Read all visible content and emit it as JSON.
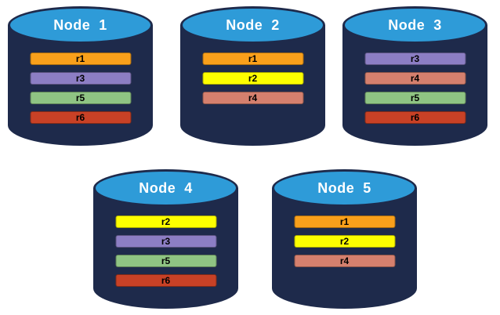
{
  "colors": {
    "cylinder_body": "#1E2A4B",
    "cylinder_top": "#2E9BD8",
    "r1": "#F9A01B",
    "r2": "#FDFF00",
    "r3": "#8C7EC4",
    "r4": "#D5806E",
    "r5": "#8FC483",
    "r6": "#C84126"
  },
  "nodes": [
    {
      "name": "Node  1",
      "replicas": [
        {
          "id": "r1",
          "label": "r1"
        },
        {
          "id": "r3",
          "label": "r3"
        },
        {
          "id": "r5",
          "label": "r5"
        },
        {
          "id": "r6",
          "label": "r6"
        }
      ]
    },
    {
      "name": "Node  2",
      "replicas": [
        {
          "id": "r1",
          "label": "r1"
        },
        {
          "id": "r2",
          "label": "r2"
        },
        {
          "id": "r4",
          "label": "r4"
        }
      ]
    },
    {
      "name": "Node  3",
      "replicas": [
        {
          "id": "r3",
          "label": "r3"
        },
        {
          "id": "r4",
          "label": "r4"
        },
        {
          "id": "r5",
          "label": "r5"
        },
        {
          "id": "r6",
          "label": "r6"
        }
      ]
    },
    {
      "name": "Node  4",
      "replicas": [
        {
          "id": "r2",
          "label": "r2"
        },
        {
          "id": "r3",
          "label": "r3"
        },
        {
          "id": "r5",
          "label": "r5"
        },
        {
          "id": "r6",
          "label": "r6"
        }
      ]
    },
    {
      "name": "Node  5",
      "replicas": [
        {
          "id": "r1",
          "label": "r1"
        },
        {
          "id": "r2",
          "label": "r2"
        },
        {
          "id": "r4",
          "label": "r4"
        }
      ]
    }
  ]
}
